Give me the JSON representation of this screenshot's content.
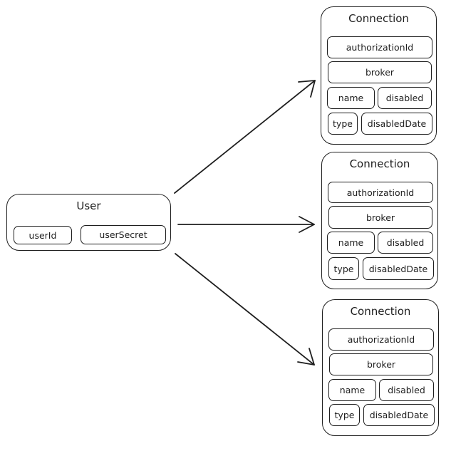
{
  "user": {
    "title": "User",
    "fields": [
      "userId",
      "userSecret"
    ]
  },
  "connections": [
    {
      "title": "Connection",
      "fields": [
        "authorizationId",
        "broker",
        "name",
        "disabled",
        "type",
        "disabledDate"
      ]
    },
    {
      "title": "Connection",
      "fields": [
        "authorizationId",
        "broker",
        "name",
        "disabled",
        "type",
        "disabledDate"
      ]
    },
    {
      "title": "Connection",
      "fields": [
        "authorizationId",
        "broker",
        "name",
        "disabled",
        "type",
        "disabledDate"
      ]
    }
  ]
}
